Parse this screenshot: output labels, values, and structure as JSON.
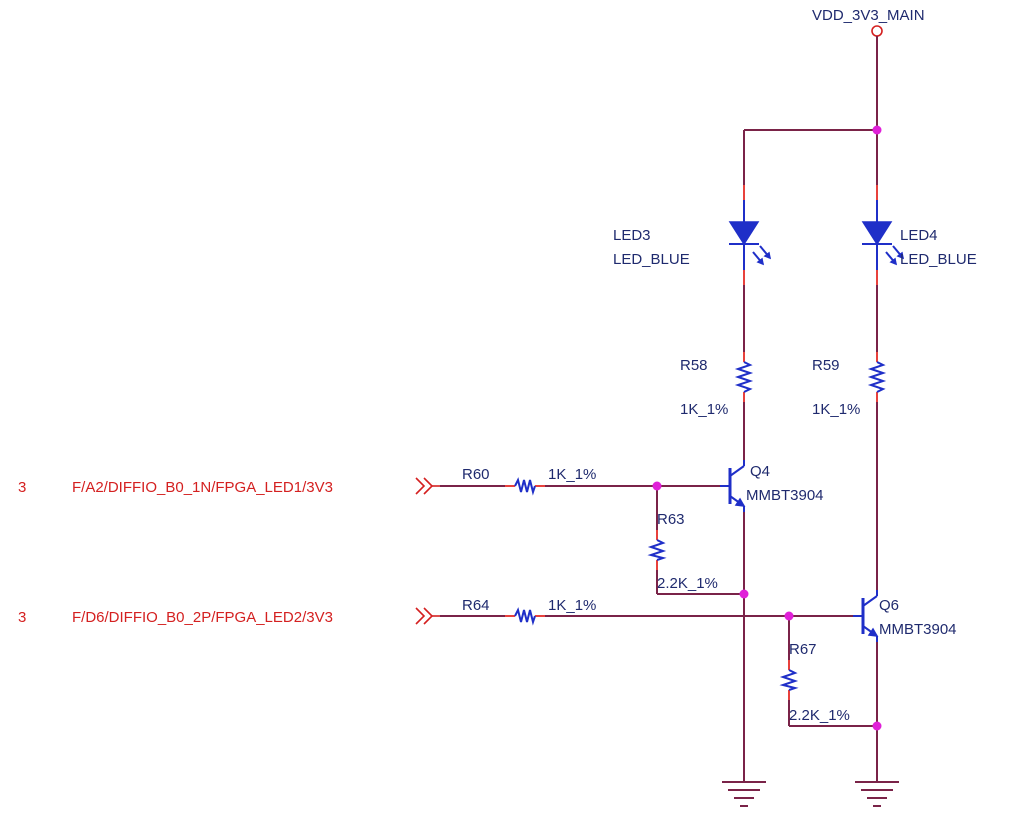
{
  "power": {
    "label": "VDD_3V3_MAIN"
  },
  "leds": [
    {
      "ref": "LED3",
      "value": "LED_BLUE"
    },
    {
      "ref": "LED4",
      "value": "LED_BLUE"
    }
  ],
  "resistors": [
    {
      "ref": "R58",
      "value": "1K_1%"
    },
    {
      "ref": "R59",
      "value": "1K_1%"
    },
    {
      "ref": "R60",
      "value": "1K_1%"
    },
    {
      "ref": "R63",
      "value": "2.2K_1%"
    },
    {
      "ref": "R64",
      "value": "1K_1%"
    },
    {
      "ref": "R67",
      "value": "2.2K_1%"
    }
  ],
  "transistors": [
    {
      "ref": "Q4",
      "value": "MMBT3904"
    },
    {
      "ref": "Q6",
      "value": "MMBT3904"
    }
  ],
  "ports": [
    {
      "page": "3",
      "net": "F/A2/DIFFIO_B0_1N/FPGA_LED1/3V3"
    },
    {
      "page": "3",
      "net": "F/D6/DIFFIO_B0_2P/FPGA_LED2/3V3"
    }
  ],
  "colors": {
    "wire": "#7a2348",
    "component": "#1f2fc8",
    "net_label": "#d42020",
    "junction": "#e020d8"
  }
}
